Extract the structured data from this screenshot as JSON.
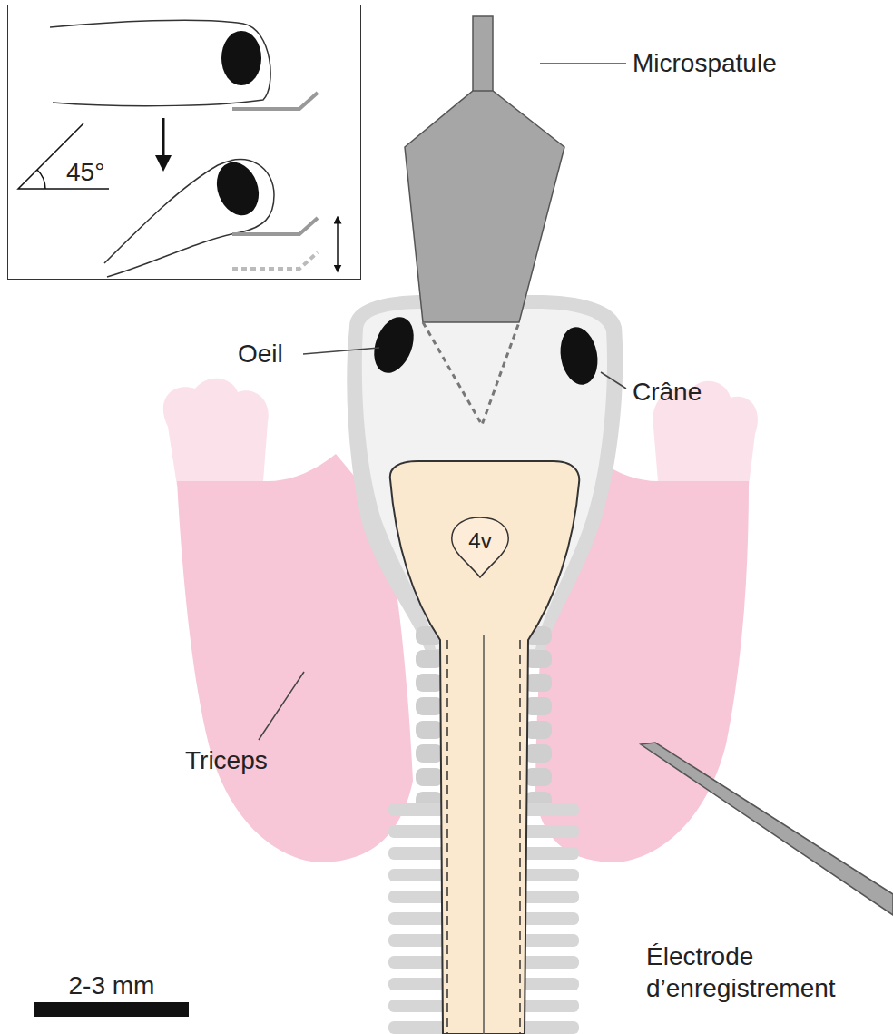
{
  "diagram": {
    "nodes": [
      {
        "text": [
          "45°"
        ]
      },
      {
        "text": [
          "4v"
        ]
      }
    ],
    "labels": [
      "Microspatule",
      "Oeil",
      "Crâne",
      "Triceps",
      "Électrode d’enregistrement",
      "2-3 mm"
    ]
  }
}
